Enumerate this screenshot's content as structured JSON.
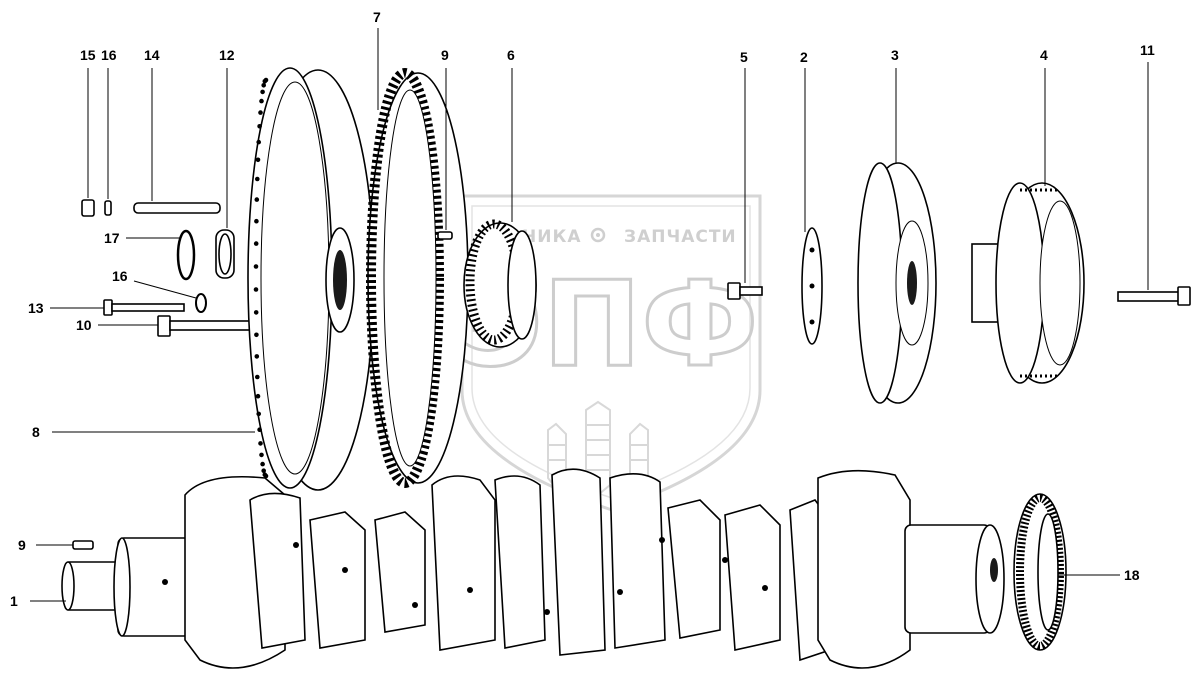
{
  "watermark": {
    "left_word": "НИКА",
    "right_word": "ЗАПЧАСТИ",
    "logo": "ЭПФ"
  },
  "callouts": [
    {
      "id": "c15",
      "text": "15"
    },
    {
      "id": "c16a",
      "text": "16"
    },
    {
      "id": "c14",
      "text": "14"
    },
    {
      "id": "c12",
      "text": "12"
    },
    {
      "id": "c7",
      "text": "7"
    },
    {
      "id": "c9a",
      "text": "9"
    },
    {
      "id": "c6",
      "text": "6"
    },
    {
      "id": "c5",
      "text": "5"
    },
    {
      "id": "c2",
      "text": "2"
    },
    {
      "id": "c3",
      "text": "3"
    },
    {
      "id": "c4",
      "text": "4"
    },
    {
      "id": "c11",
      "text": "11"
    },
    {
      "id": "c17",
      "text": "17"
    },
    {
      "id": "c16b",
      "text": "16"
    },
    {
      "id": "c13",
      "text": "13"
    },
    {
      "id": "c10",
      "text": "10"
    },
    {
      "id": "c8",
      "text": "8"
    },
    {
      "id": "c9b",
      "text": "9"
    },
    {
      "id": "c1",
      "text": "1"
    },
    {
      "id": "c18",
      "text": "18"
    }
  ]
}
